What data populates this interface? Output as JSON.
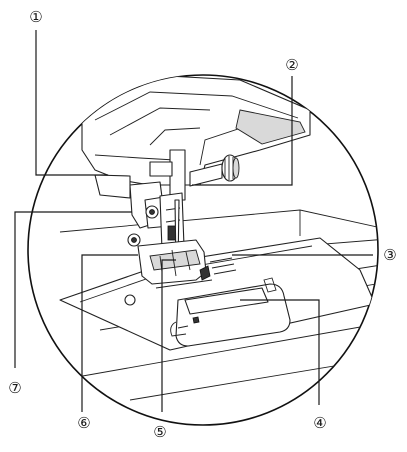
{
  "callouts": [
    {
      "id": "1",
      "label": "①"
    },
    {
      "id": "2",
      "label": "②"
    },
    {
      "id": "3",
      "label": "③"
    },
    {
      "id": "4",
      "label": "④"
    },
    {
      "id": "5",
      "label": "⑤"
    },
    {
      "id": "6",
      "label": "⑥"
    },
    {
      "id": "7",
      "label": "⑦"
    }
  ]
}
